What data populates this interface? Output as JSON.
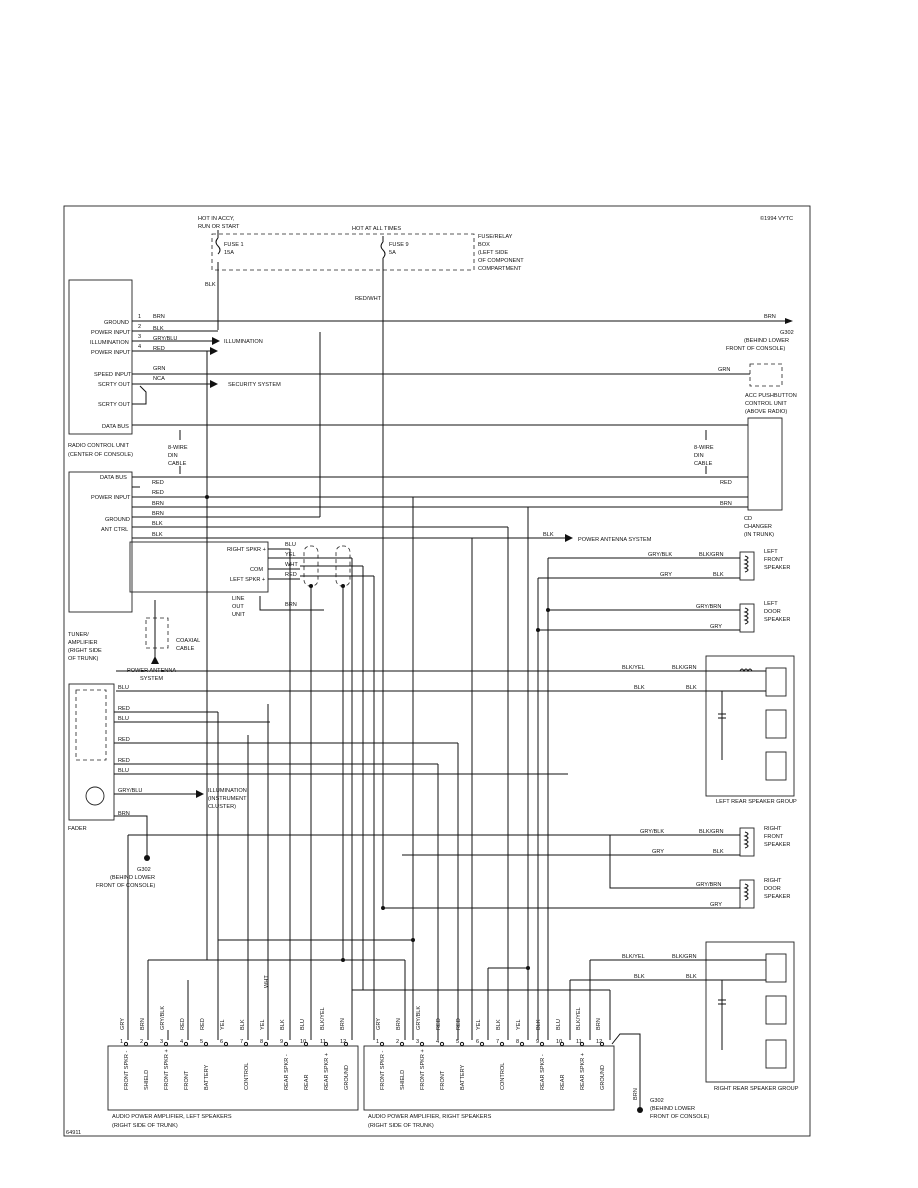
{
  "copyright": "©1994 VYTC",
  "power_feed": {
    "hot_in_acc": [
      "HOT IN ACCY,",
      "RUN OR START"
    ],
    "hot_at_all_times": "HOT AT ALL TIMES",
    "fuse1": [
      "FUSE 1",
      "15A"
    ],
    "fuse9": [
      "FUSE 9",
      "5A"
    ],
    "fuse_box": [
      "FUSE/RELAY",
      "BOX",
      "(LEFT SIDE",
      "OF COMPONENT",
      "COMPARTMENT"
    ],
    "wire_blk": "BLK",
    "wire_red_wht": "RED/WHT"
  },
  "radio_control_unit": {
    "name": [
      "RADIO CONTROL UNIT",
      "(CENTER OF CONSOLE)"
    ],
    "pins": [
      {
        "label": "GROUND",
        "num": "1",
        "wire": "BRN"
      },
      {
        "label": "POWER INPUT",
        "num": "2",
        "wire": "BLK"
      },
      {
        "label": "ILLUMINATION",
        "num": "3",
        "wire": "GRY/BLU"
      },
      {
        "label": "POWER INPUT",
        "num": "4",
        "wire": "RED"
      },
      {
        "label": "SPEED INPUT",
        "num": "",
        "wire": "GRN"
      },
      {
        "label": "SCRTY OUT",
        "num": "",
        "wire": "NCA"
      },
      {
        "label": "SCRTY OUT",
        "num": "",
        "wire": ""
      },
      {
        "label": "DATA BUS",
        "num": "",
        "wire": ""
      }
    ],
    "illumination_arrow": "ILLUMINATION",
    "security_arrow": "SECURITY SYSTEM"
  },
  "right_side": {
    "brn_wire": "BRN",
    "ground_g302": [
      "G302",
      "(BEHIND LOWER",
      "FRONT OF CONSOLE)"
    ],
    "grn_wire": "GRN",
    "acc_unit": [
      "ACC PUSHBUTTON",
      "CONTROL UNIT",
      "(ABOVE RADIO)"
    ],
    "din_cable_left": [
      "8-WIRE",
      "DIN",
      "CABLE"
    ],
    "din_cable_right": [
      "8-WIRE",
      "DIN",
      "CABLE"
    ],
    "cd_changer": [
      "CD",
      "CHANGER",
      "(IN TRUNK)"
    ],
    "cd_wires": [
      "RED",
      "BRN"
    ]
  },
  "tuner": {
    "pins": [
      "DATA BUS",
      "POWER INPUT",
      "GROUND",
      "ANT CTRL"
    ],
    "wires": [
      "RED",
      "RED",
      "BRN",
      "BRN",
      "BLK",
      "BLK"
    ],
    "name": [
      "TUNER/",
      "AMPLIFIER",
      "(RIGHT SIDE",
      "OF TRUNK)"
    ],
    "coax": [
      "COAXIAL",
      "CABLE"
    ],
    "power_antenna": [
      "POWER ANTENNA",
      "SYSTEM"
    ],
    "antenna_arrow_wire": "BLK",
    "antenna_arrow_label": "POWER ANTENNA SYSTEM"
  },
  "line_out": {
    "pins": [
      "RIGHT SPKR +",
      "COM",
      "LEFT SPKR +"
    ],
    "wires": [
      "BLU",
      "YEL",
      "WHT",
      "RED"
    ],
    "name": [
      "LINE",
      "OUT",
      "UNIT"
    ],
    "ground_wire": "BRN"
  },
  "speakers": {
    "left_front": {
      "name": [
        "LEFT",
        "FRONT",
        "SPEAKER"
      ],
      "wires": [
        "GRY/BLK",
        "BLK/GRN",
        "GRY",
        "BLK"
      ]
    },
    "left_door": {
      "name": [
        "LEFT",
        "DOOR",
        "SPEAKER"
      ],
      "wires": [
        "GRY/BRN",
        "GRY"
      ]
    },
    "left_rear_group": {
      "name": "LEFT REAR SPEAKER GROUP",
      "wires": [
        "BLK/YEL",
        "BLK/GRN",
        "BLK",
        "BLK"
      ]
    },
    "right_front": {
      "name": [
        "RIGHT",
        "FRONT",
        "SPEAKER"
      ],
      "wires": [
        "GRY/BLK",
        "BLK/GRN",
        "GRY",
        "BLK"
      ]
    },
    "right_door": {
      "name": [
        "RIGHT",
        "DOOR",
        "SPEAKER"
      ],
      "wires": [
        "GRY/BRN",
        "GRY"
      ]
    },
    "right_rear_group": {
      "name": "RIGHT REAR SPEAKER GROUP",
      "wires": [
        "BLK/YEL",
        "BLK/GRN",
        "BLK",
        "BLK"
      ]
    }
  },
  "fader": {
    "name": "FADER",
    "wires": [
      "BLU",
      "RED",
      "BLU",
      "RED",
      "RED",
      "BLU"
    ],
    "illum_wire": "GRY/BLU",
    "illum_label": [
      "ILLUMINATION",
      "(INSTRUMENT",
      "CLUSTER)"
    ],
    "ground_wire": "BRN",
    "ground": [
      "G302",
      "(BEHIND LOWER",
      "FRONT OF CONSOLE)"
    ]
  },
  "amp_left": {
    "wires": [
      "GRY",
      "BRN",
      "GRY/BLK",
      "RED",
      "RED",
      "YEL",
      "BLK",
      "YEL",
      "BLK",
      "BLU",
      "BLK/YEL",
      "BRN"
    ],
    "pins": [
      "FRONT SPKR -",
      "SHIELD",
      "FRONT SPKR +",
      "FRONT",
      "BATTERY",
      "",
      "CONTROL",
      "",
      "REAR SPKR -",
      "REAR",
      "REAR SPKR +",
      "GROUND"
    ],
    "name": [
      "AUDIO POWER AMPLIFIER, LEFT SPEAKERS",
      "(RIGHT SIDE OF TRUNK)"
    ],
    "wht_label": "WHT"
  },
  "amp_right": {
    "wires": [
      "GRY",
      "BRN",
      "GRY/BLK",
      "RED",
      "RED",
      "YEL",
      "BLK",
      "YEL",
      "BLK",
      "BLU",
      "BLK/YEL",
      "BRN"
    ],
    "pins": [
      "FRONT SPKR -",
      "SHIELD",
      "FRONT SPKR +",
      "FRONT",
      "BATTERY",
      "",
      "CONTROL",
      "",
      "REAR SPKR -",
      "REAR",
      "REAR SPKR +",
      "GROUND"
    ],
    "name": [
      "AUDIO POWER AMPLIFIER, RIGHT SPEAKERS",
      "(RIGHT SIDE OF TRUNK)"
    ]
  },
  "bottom_ground": {
    "wire": "BRN",
    "label": [
      "G302",
      "(BEHIND LOWER",
      "FRONT OF CONSOLE)"
    ]
  },
  "figure_id": "64911"
}
